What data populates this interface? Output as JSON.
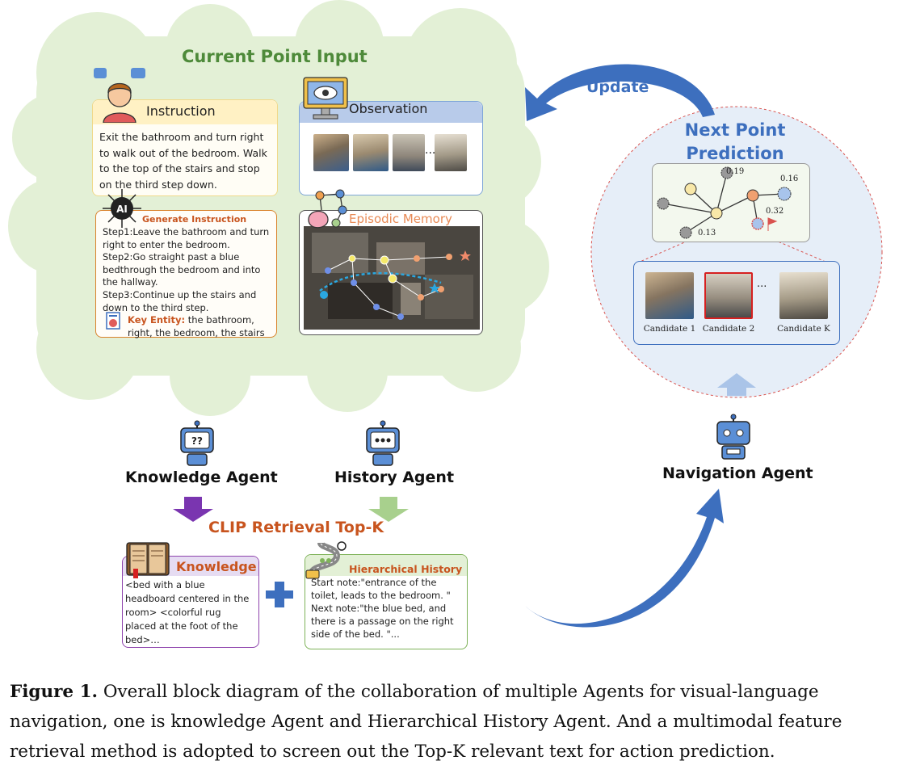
{
  "current_point": {
    "title": "Current Point Input",
    "instruction": {
      "title": "Instruction",
      "text": "Exit the bathroom and turn right to walk out of the bedroom. Walk to the top of the stairs and stop on the third step down."
    },
    "observation": {
      "title": "Observation",
      "ellipsis": "..."
    },
    "generate": {
      "title": "Generate Instruction",
      "step1": "Step1:Leave the bathroom and turn right to enter the bedroom.",
      "step2": "Step2:Go straight past a blue bedthrough the bedroom and into the hallway.",
      "step3": "Step3:Continue up the stairs and down to the third step.",
      "key_label": "Key Entity:",
      "key_text": " the bathroom, right, the bedroom, the stairs"
    },
    "memory": {
      "title": "Episodic Memory"
    }
  },
  "update_label": "Update",
  "next_point": {
    "title_line1": "Next Point",
    "title_line2": "Prediction",
    "scores": {
      "top": "0.19",
      "right": "0.16",
      "mid": "0.32",
      "left": "0.13"
    },
    "candidates": [
      "Candidate 1",
      "Candidate 2",
      "Candidate K"
    ],
    "ellipsis": "..."
  },
  "agents": {
    "knowledge": "Knowledge Agent",
    "history": "History Agent",
    "navigation": "Navigation Agent",
    "knowledge_face": "??"
  },
  "retrieval_title": "CLIP Retrieval Top-K",
  "knowledge_box": {
    "title": "Knowledge",
    "text": "<bed with a blue headboard centered in the room> <colorful rug placed at the foot of the bed>…"
  },
  "history_box": {
    "title": "Hierarchical History",
    "text": "Start note:\"entrance of the toilet, leads to the bedroom. \" Next note:\"the blue bed, and there is a passage on the right side of the bed. \"..."
  },
  "caption": {
    "label": "Figure 1.",
    "text": " Overall block diagram of the collaboration of multiple Agents for visual-language navigation, one is knowledge Agent and Hierarchical History Agent. And a multimodal feature retrieval method is adopted to screen out the Top-K relevant text for action prediction."
  },
  "colors": {
    "cloud": "#e3f0d6",
    "green_title": "#4e8a3a",
    "blue": "#3d6fbe",
    "orange": "#c8541e",
    "purple": "#8e44ad",
    "light_green": "#a8d08d",
    "circle_fill": "#e6eef8"
  }
}
